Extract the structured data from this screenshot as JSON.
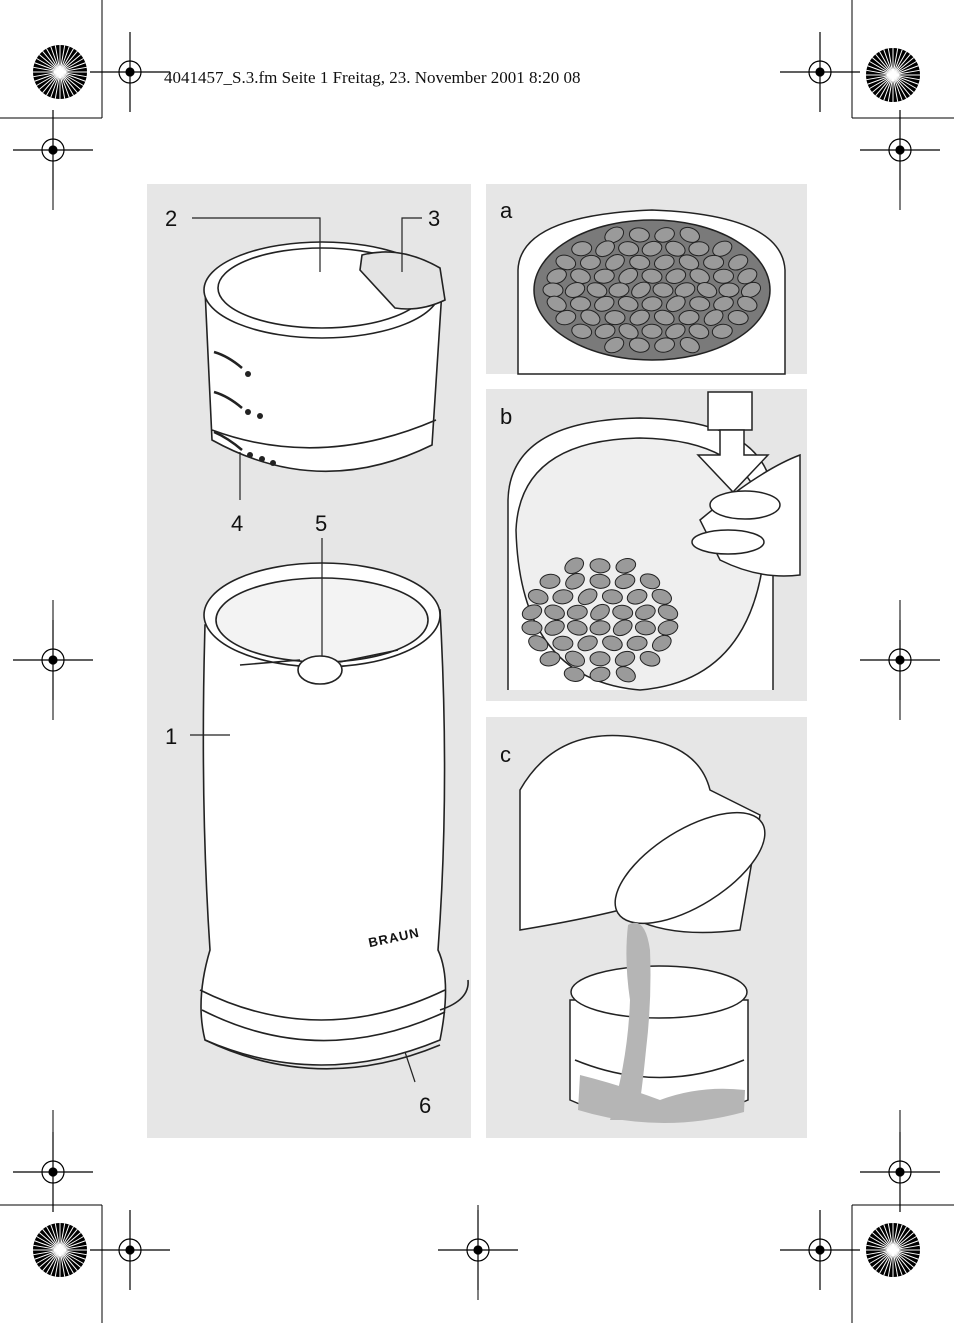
{
  "header": {
    "text": "4041457_S.3.fm  Seite 1  Freitag, 23. November 2001  8:20 08"
  },
  "main_figure": {
    "labels": {
      "l1": "1",
      "l2": "2",
      "l3": "3",
      "l4": "4",
      "l5": "5",
      "l6": "6"
    },
    "brand": "BRAUN"
  },
  "step_figures": {
    "a": "a",
    "b": "b",
    "c": "c"
  }
}
